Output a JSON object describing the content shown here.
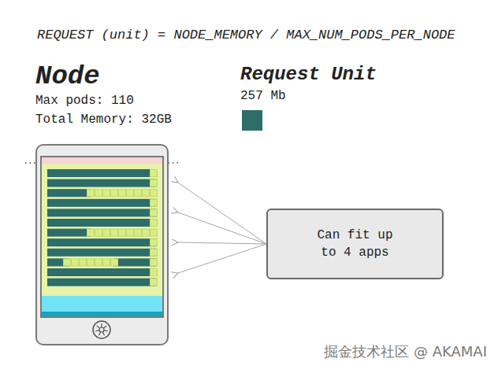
{
  "diagram": {
    "title": "REQUEST (unit) = NODE_MEMORY / MAX_NUM_PODS_PER_NODE",
    "nodes": [
      {
        "text": [
          "Node",
          "Max pods: 110",
          "Total Memory: 32GB"
        ]
      },
      {
        "text": [
          "Request Unit",
          "257 Mb"
        ]
      },
      {
        "text": [
          "Can fit up to 4 apps"
        ]
      }
    ],
    "edges": [
      {
        "from": 2,
        "to": 0,
        "arrow": "to"
      },
      {
        "from": 2,
        "to": 0,
        "arrow": "to"
      },
      {
        "from": 2,
        "to": 0,
        "arrow": "to"
      },
      {
        "from": 2,
        "to": 0,
        "arrow": "to"
      }
    ],
    "labels": [
      "掘金技术社区 @ AKAMAI"
    ]
  }
}
